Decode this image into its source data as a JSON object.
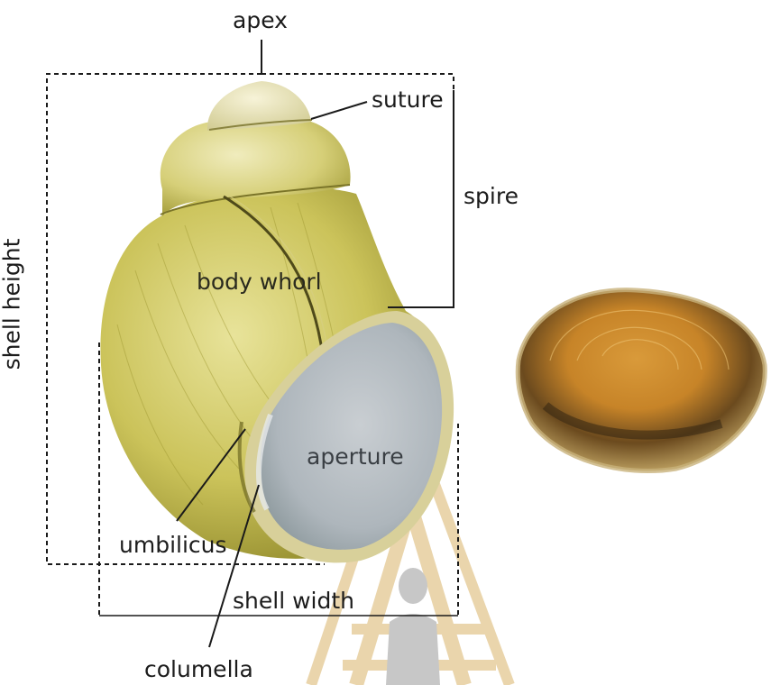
{
  "diagram": {
    "labels": {
      "apex": "apex",
      "suture": "suture",
      "spire": "spire",
      "body_whorl": "body whorl",
      "aperture": "aperture",
      "umbilicus": "umbilicus",
      "columella": "columella",
      "shell_width": "shell width",
      "shell_height": "shell height"
    },
    "colors": {
      "shell_base": "#c9c25c",
      "shell_light": "#e9e6a8",
      "shell_dark": "#8f8a2c",
      "aperture_inner": "#b9c0c6",
      "operculum_orange": "#c98a2a",
      "operculum_dark": "#3a2a14",
      "watermark_gold": "#d9b46a",
      "watermark_gray": "#9a9a9a",
      "line": "#1a1a1a"
    }
  }
}
